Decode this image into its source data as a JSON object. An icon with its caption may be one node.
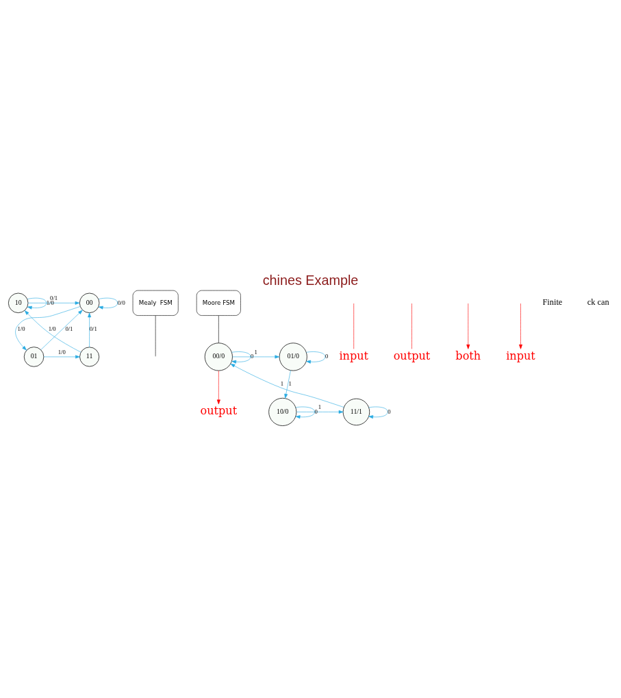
{
  "diagram": {
    "title": "chines Example",
    "nodes": [
      {
        "text": [
          "00"
        ]
      },
      {
        "text": [
          "10"
        ]
      },
      {
        "text": [
          "01"
        ]
      },
      {
        "text": [
          "11"
        ]
      },
      {
        "text": [
          "Mealy  FSM"
        ]
      },
      {
        "text": [
          "00/0"
        ]
      },
      {
        "text": [
          "01/0"
        ]
      },
      {
        "text": [
          "11/1"
        ]
      },
      {
        "text": [
          "10/0"
        ]
      },
      {
        "text": [
          "Moore FSM"
        ]
      },
      {
        "text": [
          "input"
        ]
      },
      {
        "text": [
          "output"
        ]
      },
      {
        "text": [
          "both"
        ]
      },
      {
        "text": [
          "input"
        ]
      },
      {
        "text": [
          "output"
        ]
      }
    ],
    "edges": [
      {
        "from": 0,
        "to": 0,
        "arrow": "to",
        "label": "0/0"
      },
      {
        "from": 1,
        "to": 1,
        "arrow": "to",
        "label": "1/0"
      },
      {
        "from": 1,
        "to": 0,
        "arrow": "to",
        "label": "0/1"
      },
      {
        "from": 0,
        "to": 2,
        "arrow": "to",
        "label": "1/0"
      },
      {
        "from": 2,
        "to": 0,
        "arrow": "to",
        "label": "0/1"
      },
      {
        "from": 3,
        "to": 0,
        "arrow": "to",
        "label": "0/1"
      },
      {
        "from": 2,
        "to": 3,
        "arrow": "to",
        "label": "1/0"
      },
      {
        "from": 3,
        "to": 1,
        "arrow": "to",
        "label": "1/0"
      },
      {
        "from": 4,
        "to": null,
        "arrow": "none",
        "color": "#000000"
      },
      {
        "from": 5,
        "to": 5,
        "arrow": "to",
        "label": "0"
      },
      {
        "from": 6,
        "to": 6,
        "arrow": "to",
        "label": "0"
      },
      {
        "from": 5,
        "to": 6,
        "arrow": "to",
        "label": "1"
      },
      {
        "from": 6,
        "to": 8,
        "arrow": "to",
        "label": "1"
      },
      {
        "from": 8,
        "to": 7,
        "arrow": "to",
        "label": "1"
      },
      {
        "from": 7,
        "to": 5,
        "arrow": "to",
        "label": "1"
      },
      {
        "from": 7,
        "to": 7,
        "arrow": "to",
        "label": "0"
      },
      {
        "from": 8,
        "to": 8,
        "arrow": "to",
        "label": "0"
      },
      {
        "from": 9,
        "to": 5,
        "arrow": "none",
        "color": "#000000"
      },
      {
        "from": null,
        "to": 10,
        "arrow": "none",
        "color": "#ff0000"
      },
      {
        "from": null,
        "to": 11,
        "arrow": "none",
        "color": "#ff0000"
      },
      {
        "from": null,
        "to": 12,
        "arrow": "to",
        "color": "#ff0000"
      },
      {
        "from": null,
        "to": 13,
        "arrow": "to",
        "color": "#ff0000"
      },
      {
        "from": 5,
        "to": 14,
        "arrow": "to",
        "color": "#ff0000"
      }
    ],
    "labels": [
      "Finite",
      "ck can"
    ]
  }
}
